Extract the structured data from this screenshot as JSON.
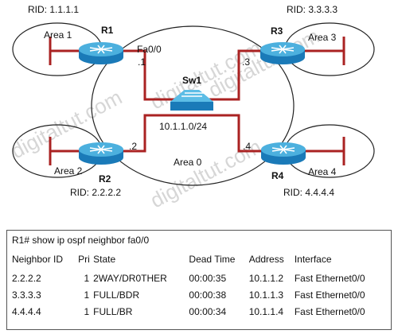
{
  "routers": {
    "r1": {
      "name": "R1",
      "rid": "RID: 1.1.1.1",
      "interface": "Fa0/0",
      "ip_suffix": ".1",
      "area": "Area 1"
    },
    "r2": {
      "name": "R2",
      "rid": "RID: 2.2.2.2",
      "ip_suffix": ".2",
      "area": "Area 2"
    },
    "r3": {
      "name": "R3",
      "rid": "RID: 3.3.3.3",
      "ip_suffix": ".3",
      "area": "Area 3"
    },
    "r4": {
      "name": "R4",
      "rid": "RID: 4.4.4.4",
      "ip_suffix": ".4",
      "area": "Area 4"
    }
  },
  "switch": {
    "name": "Sw1",
    "subnet": "10.1.1.0/24"
  },
  "backbone_area": "Area 0",
  "watermarks": [
    "digitaltut.com",
    "digitaltut.com",
    "digitaltut.com",
    "digitaltut.com"
  ],
  "colors": {
    "link": "#aa2222",
    "router_body": "#1a7ab8",
    "router_top": "#4cb0de"
  },
  "cli": {
    "command": "R1# show ip ospf neighbor fa0/0",
    "headers": [
      "Neighbor ID",
      "Pri",
      "State",
      "Dead Time",
      "Address",
      "Interface"
    ],
    "rows": [
      [
        "2.2.2.2",
        "1",
        "2WAY/DR0THER",
        "00:00:35",
        "10.1.1.2",
        "Fast Ethernet0/0"
      ],
      [
        "3.3.3.3",
        "1",
        "FULL/BDR",
        "00:00:38",
        "10.1.1.3",
        "Fast Ethernet0/0"
      ],
      [
        "4.4.4.4",
        "1",
        "FULL/BR",
        "00:00:34",
        "10.1.1.4",
        "Fast Ethernet0/0"
      ]
    ]
  }
}
